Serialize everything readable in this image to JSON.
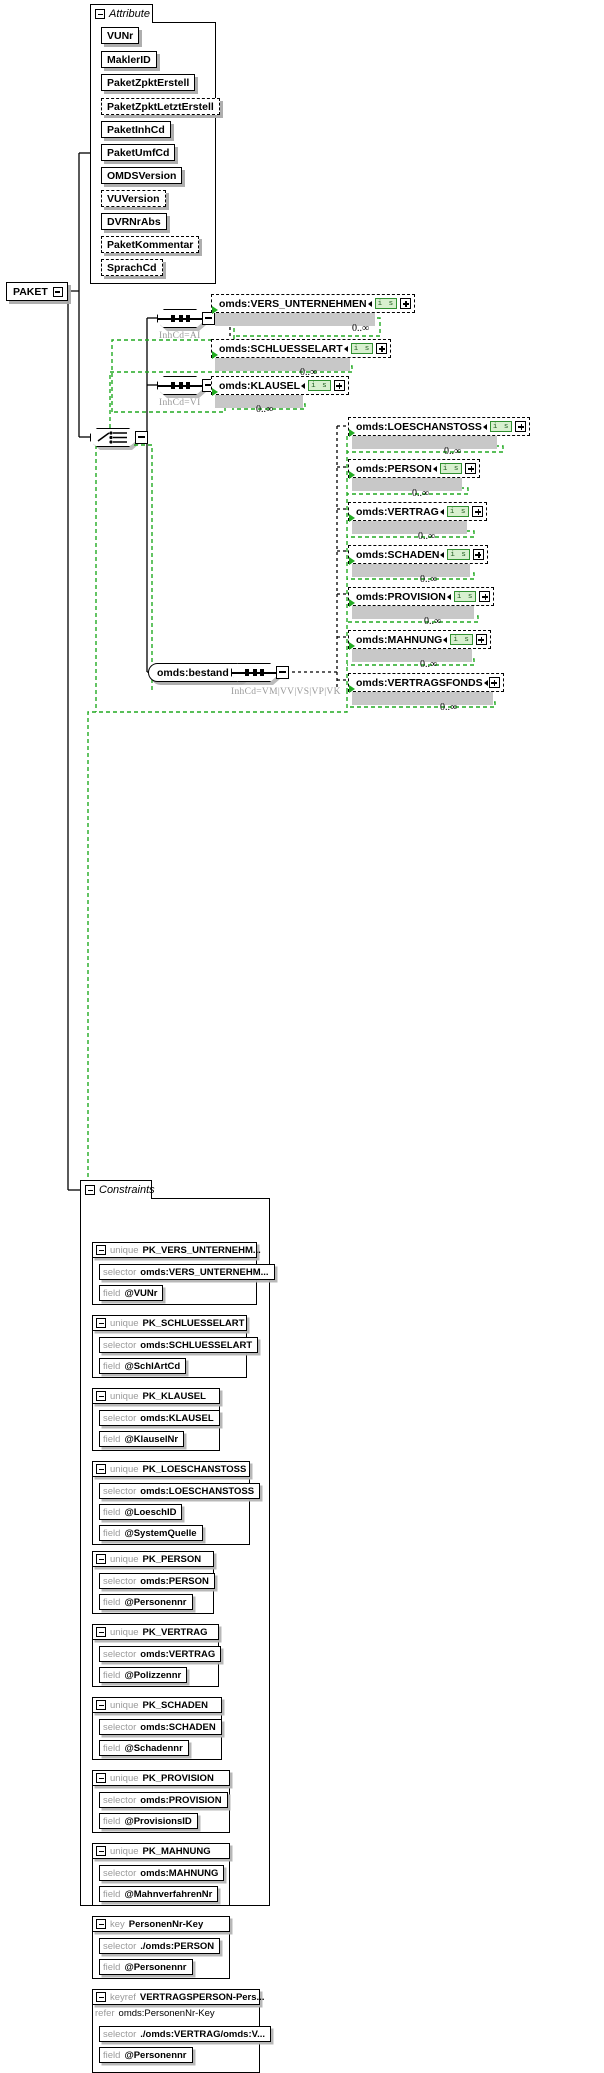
{
  "diagram": {
    "root": {
      "label": "PAKET",
      "icon": "minus-toggle-icon"
    },
    "attribute_group": {
      "title": "Attribute",
      "toggle": "minus-toggle-icon",
      "attributes": [
        {
          "name": "VUNr",
          "optional": false
        },
        {
          "name": "MaklerID",
          "optional": false
        },
        {
          "name": "PaketZpktErstell",
          "optional": false
        },
        {
          "name": "PaketZpktLetztErstell",
          "optional": true
        },
        {
          "name": "PaketInhCd",
          "optional": false
        },
        {
          "name": "PaketUmfCd",
          "optional": false
        },
        {
          "name": "OMDSVersion",
          "optional": false
        },
        {
          "name": "VUVersion",
          "optional": true
        },
        {
          "name": "DVRNrAbs",
          "optional": false
        },
        {
          "name": "PaketKommentar",
          "optional": true
        },
        {
          "name": "SprachCd",
          "optional": true
        }
      ]
    },
    "choice": {
      "type": "choice",
      "icon": "choice-connector-icon"
    },
    "branches": [
      {
        "id": "branch-ai",
        "connector": "sequence-connector-icon",
        "condition": "InhCd=AI",
        "elements": [
          {
            "name": "omds:VERS_UNTERNEHMEN",
            "badge": "i s",
            "occurrence": "0..∞",
            "expand": "plus-toggle-icon"
          },
          {
            "name": "omds:SCHLUESSELART",
            "badge": "i s",
            "occurrence": "0..∞",
            "expand": "plus-toggle-icon"
          }
        ]
      },
      {
        "id": "branch-vi",
        "connector": "sequence-connector-icon",
        "condition": "InhCd=VI",
        "elements": [
          {
            "name": "omds:KLAUSEL",
            "badge": "i s",
            "occurrence": "0..∞",
            "expand": "plus-toggle-icon"
          }
        ]
      },
      {
        "id": "branch-bestand",
        "element": "omds:bestand",
        "connector": "sequence-connector-icon",
        "condition": "InhCd=VM|VV|VS|VP|VK",
        "elements": [
          {
            "name": "omds:LOESCHANSTOSS",
            "badge": "i s",
            "occurrence": "0..∞",
            "expand": "plus-toggle-icon"
          },
          {
            "name": "omds:PERSON",
            "badge": "i s",
            "occurrence": "0..∞",
            "expand": "plus-toggle-icon"
          },
          {
            "name": "omds:VERTRAG",
            "badge": "i s",
            "occurrence": "0..∞",
            "expand": "plus-toggle-icon"
          },
          {
            "name": "omds:SCHADEN",
            "badge": "i s",
            "occurrence": "0..∞",
            "expand": "plus-toggle-icon"
          },
          {
            "name": "omds:PROVISION",
            "badge": "i s",
            "occurrence": "0..∞",
            "expand": "plus-toggle-icon"
          },
          {
            "name": "omds:MAHNUNG",
            "badge": "i s",
            "occurrence": "0..∞",
            "expand": "plus-toggle-icon"
          },
          {
            "name": "omds:VERTRAGSFONDS",
            "badge": "i s",
            "occurrence": "0..∞",
            "expand": "plus-toggle-icon"
          }
        ]
      }
    ],
    "constraints_group": {
      "title": "Constraints",
      "toggle": "minus-toggle-icon",
      "items": [
        {
          "kind": "unique",
          "name": "PK_VERS_UNTERNEHM...",
          "rows": [
            {
              "kind": "selector",
              "value": "omds:VERS_UNTERNEHM..."
            },
            {
              "kind": "field",
              "value": "@VUNr"
            }
          ]
        },
        {
          "kind": "unique",
          "name": "PK_SCHLUESSELART",
          "rows": [
            {
              "kind": "selector",
              "value": "omds:SCHLUESSELART"
            },
            {
              "kind": "field",
              "value": "@SchlArtCd"
            }
          ]
        },
        {
          "kind": "unique",
          "name": "PK_KLAUSEL",
          "rows": [
            {
              "kind": "selector",
              "value": "omds:KLAUSEL"
            },
            {
              "kind": "field",
              "value": "@KlauselNr"
            }
          ]
        },
        {
          "kind": "unique",
          "name": "PK_LOESCHANSTOSS",
          "rows": [
            {
              "kind": "selector",
              "value": "omds:LOESCHANSTOSS"
            },
            {
              "kind": "field",
              "value": "@LoeschID"
            },
            {
              "kind": "field",
              "value": "@SystemQuelle"
            }
          ]
        },
        {
          "kind": "unique",
          "name": "PK_PERSON",
          "rows": [
            {
              "kind": "selector",
              "value": "omds:PERSON"
            },
            {
              "kind": "field",
              "value": "@Personennr"
            }
          ]
        },
        {
          "kind": "unique",
          "name": "PK_VERTRAG",
          "rows": [
            {
              "kind": "selector",
              "value": "omds:VERTRAG"
            },
            {
              "kind": "field",
              "value": "@Polizzennr"
            }
          ]
        },
        {
          "kind": "unique",
          "name": "PK_SCHADEN",
          "rows": [
            {
              "kind": "selector",
              "value": "omds:SCHADEN"
            },
            {
              "kind": "field",
              "value": "@Schadennr"
            }
          ]
        },
        {
          "kind": "unique",
          "name": "PK_PROVISION",
          "rows": [
            {
              "kind": "selector",
              "value": "omds:PROVISION"
            },
            {
              "kind": "field",
              "value": "@ProvisionsID"
            }
          ]
        },
        {
          "kind": "unique",
          "name": "PK_MAHNUNG",
          "rows": [
            {
              "kind": "selector",
              "value": "omds:MAHNUNG"
            },
            {
              "kind": "field",
              "value": "@MahnverfahrenNr"
            }
          ]
        },
        {
          "kind": "key",
          "name": "PersonenNr-Key",
          "rows": [
            {
              "kind": "selector",
              "value": "./omds:PERSON"
            },
            {
              "kind": "field",
              "value": "@Personennr"
            }
          ]
        },
        {
          "kind": "keyref",
          "name": "VERTRAGSPERSON-Pers...",
          "refer": {
            "kind": "refer",
            "value": "omds:PersonenNr-Key"
          },
          "rows": [
            {
              "kind": "selector",
              "value": "./omds:VERTRAG/omds:V..."
            },
            {
              "kind": "field",
              "value": "@Personennr"
            }
          ]
        }
      ]
    },
    "colors": {
      "line": "#000000",
      "green_dashed": "#22aa22",
      "badge_bg": "#d8f0cf",
      "badge_border": "#2f8f2f",
      "shadow": "#c8c8c8",
      "muted_text": "#999999"
    }
  }
}
